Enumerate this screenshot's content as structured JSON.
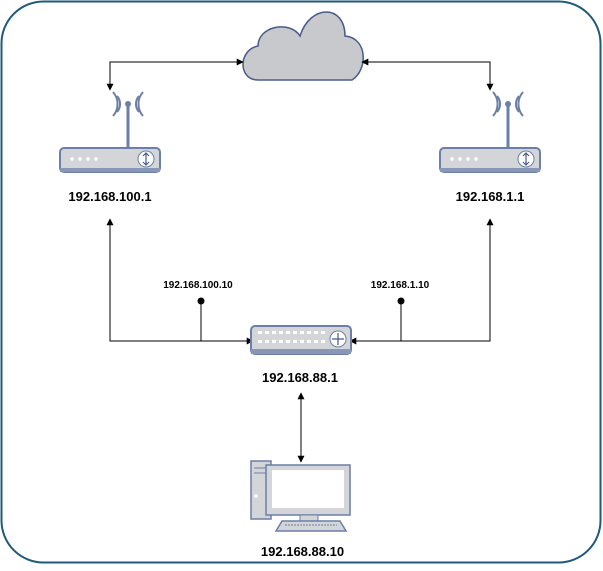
{
  "diagram": {
    "nodes": [
      {
        "id": "cloud",
        "type": "cloud",
        "label": ""
      },
      {
        "id": "router-left",
        "type": "wireless-router",
        "label": "192.168.100.1"
      },
      {
        "id": "router-right",
        "type": "wireless-router",
        "label": "192.168.1.1"
      },
      {
        "id": "switch",
        "type": "switch",
        "label": "192.168.88.1"
      },
      {
        "id": "pc",
        "type": "desktop-computer",
        "label": "192.168.88.10"
      }
    ],
    "wan_labels": {
      "left": "192.168.100.10",
      "right": "192.168.1.10"
    },
    "edges": [
      {
        "from": "cloud",
        "to": "router-left",
        "bidirectional": true
      },
      {
        "from": "cloud",
        "to": "router-right",
        "bidirectional": true
      },
      {
        "from": "switch",
        "to": "router-left",
        "bidirectional": true
      },
      {
        "from": "switch",
        "to": "router-right",
        "bidirectional": true
      },
      {
        "from": "switch",
        "to": "pc",
        "bidirectional": true
      }
    ],
    "colors": {
      "border": "#1f5a7a",
      "device_fill": "#d3d5d9",
      "device_stroke": "#6b7fa8",
      "cloud_fill": "#c8c9cc",
      "cloud_stroke": "#4a5a8a",
      "line": "#000000"
    }
  }
}
